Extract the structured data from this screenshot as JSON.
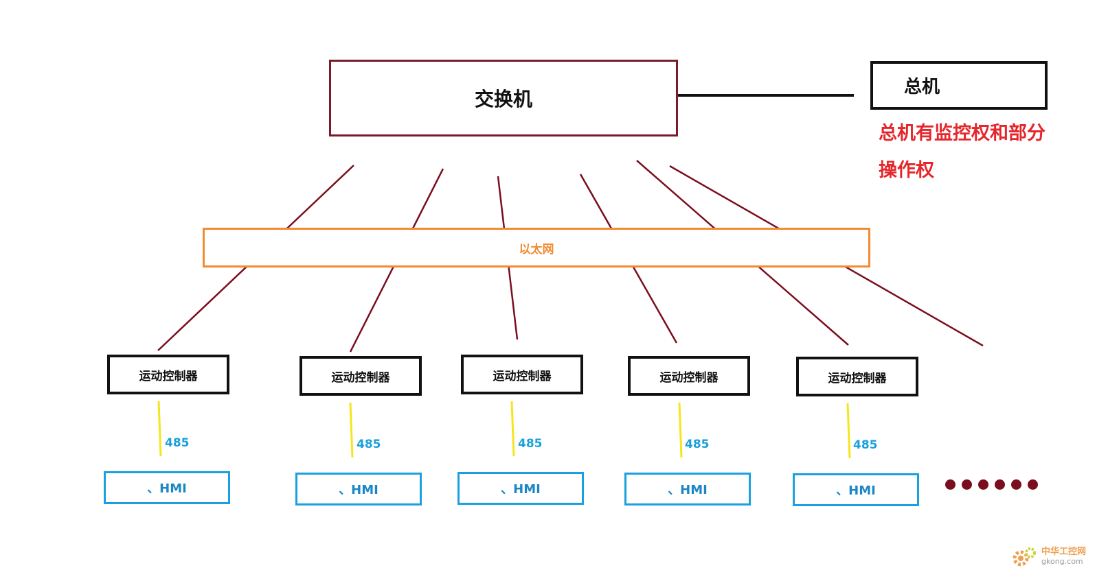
{
  "switch": {
    "label": "交换机"
  },
  "host": {
    "label": "总机"
  },
  "note": {
    "line1": "总机有监控权和部分",
    "line2": "操作权"
  },
  "ethernet": {
    "label": "以太网"
  },
  "nodes": [
    {
      "controller": "运动控制器",
      "bus": "485",
      "hmi": "、HMI"
    },
    {
      "controller": "运动控制器",
      "bus": "485",
      "hmi": "、HMI"
    },
    {
      "controller": "运动控制器",
      "bus": "485",
      "hmi": "、HMI"
    },
    {
      "controller": "运动控制器",
      "bus": "485",
      "hmi": "、HMI"
    },
    {
      "controller": "运动控制器",
      "bus": "485",
      "hmi": "、HMI"
    }
  ],
  "watermark": {
    "cn": "中华工控网",
    "url": "gkong.com"
  },
  "colors": {
    "wire": "#7a0e1e",
    "ethernet": "#f28a30",
    "hmi": "#1aa0dc",
    "rs485_line": "#f5e61a",
    "note": "#e5262b"
  }
}
